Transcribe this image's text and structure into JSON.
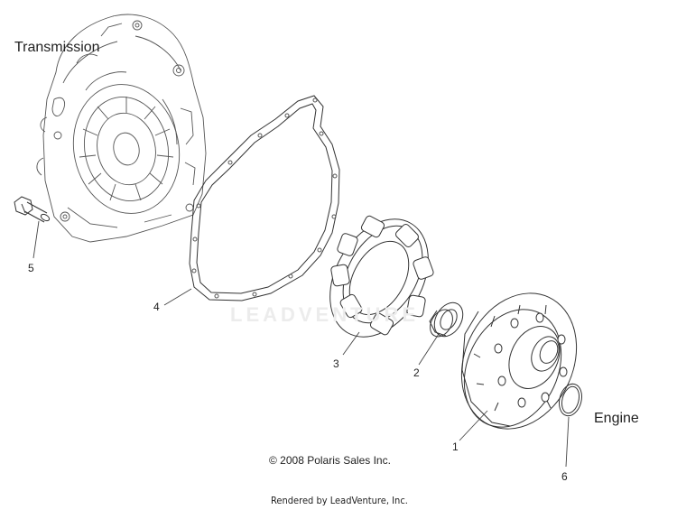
{
  "labels": {
    "transmission": "Transmission",
    "engine": "Engine",
    "copyright": "© 2008 Polaris Sales Inc.",
    "rendered_by": "Rendered by LeadVenture, Inc.",
    "watermark": "LEADVENTURE"
  },
  "callouts": [
    {
      "id": "1",
      "text": "1"
    },
    {
      "id": "2",
      "text": "2"
    },
    {
      "id": "3",
      "text": "3"
    },
    {
      "id": "4",
      "text": "4"
    },
    {
      "id": "5",
      "text": "5"
    },
    {
      "id": "6",
      "text": "6"
    }
  ],
  "colors": {
    "line": "#333333",
    "light": "#888888"
  }
}
